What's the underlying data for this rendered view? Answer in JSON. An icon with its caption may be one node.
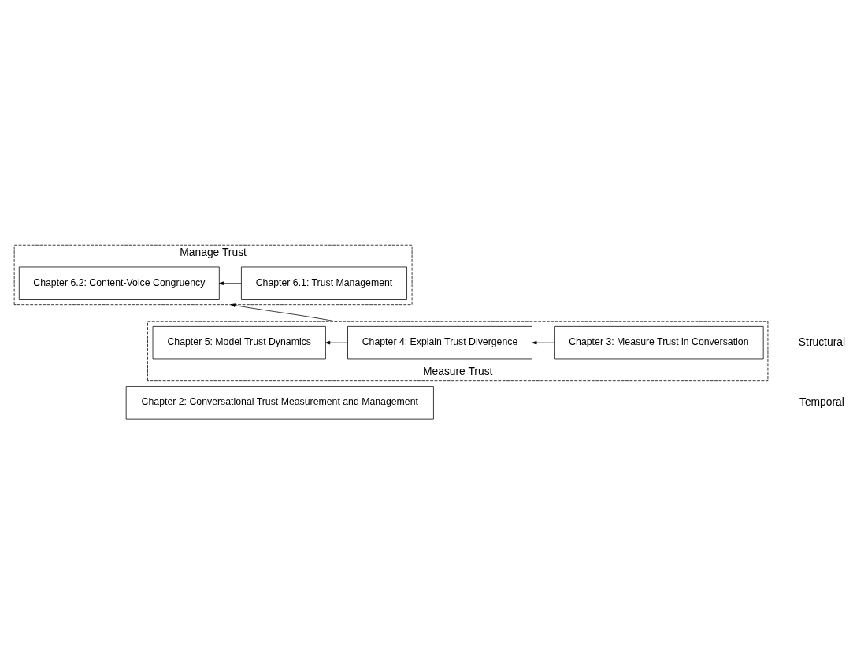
{
  "diagram": {
    "nodes": [
      {
        "text": [
          "Manage Trust"
        ]
      },
      {
        "text": [
          "Chapter 6.1: Trust Management"
        ],
        "in": 0
      },
      {
        "text": [
          "Chapter 6.2: Content-Voice Congruency"
        ],
        "in": 0
      },
      {
        "text": [
          "Measure Trust"
        ]
      },
      {
        "text": [
          "Chapter 3: Measure Trust in Conversation"
        ],
        "in": 3
      },
      {
        "text": [
          "Chapter 4: Explain Trust Divergence"
        ],
        "in": 3
      },
      {
        "text": [
          "Chapter 5: Model Trust Dynamics"
        ],
        "in": 3
      },
      {
        "text": [
          "Chapter 2: Conversational Trust Measurement and Management"
        ]
      }
    ],
    "edges": [
      {
        "from": 1,
        "to": 2,
        "arrow": "to"
      },
      {
        "from": 3,
        "to": 0,
        "arrow": "to"
      },
      {
        "from": 4,
        "to": 5,
        "arrow": "to"
      },
      {
        "from": 5,
        "to": 6,
        "arrow": "to"
      }
    ],
    "labels": [
      "Structural",
      "Temporal"
    ]
  }
}
